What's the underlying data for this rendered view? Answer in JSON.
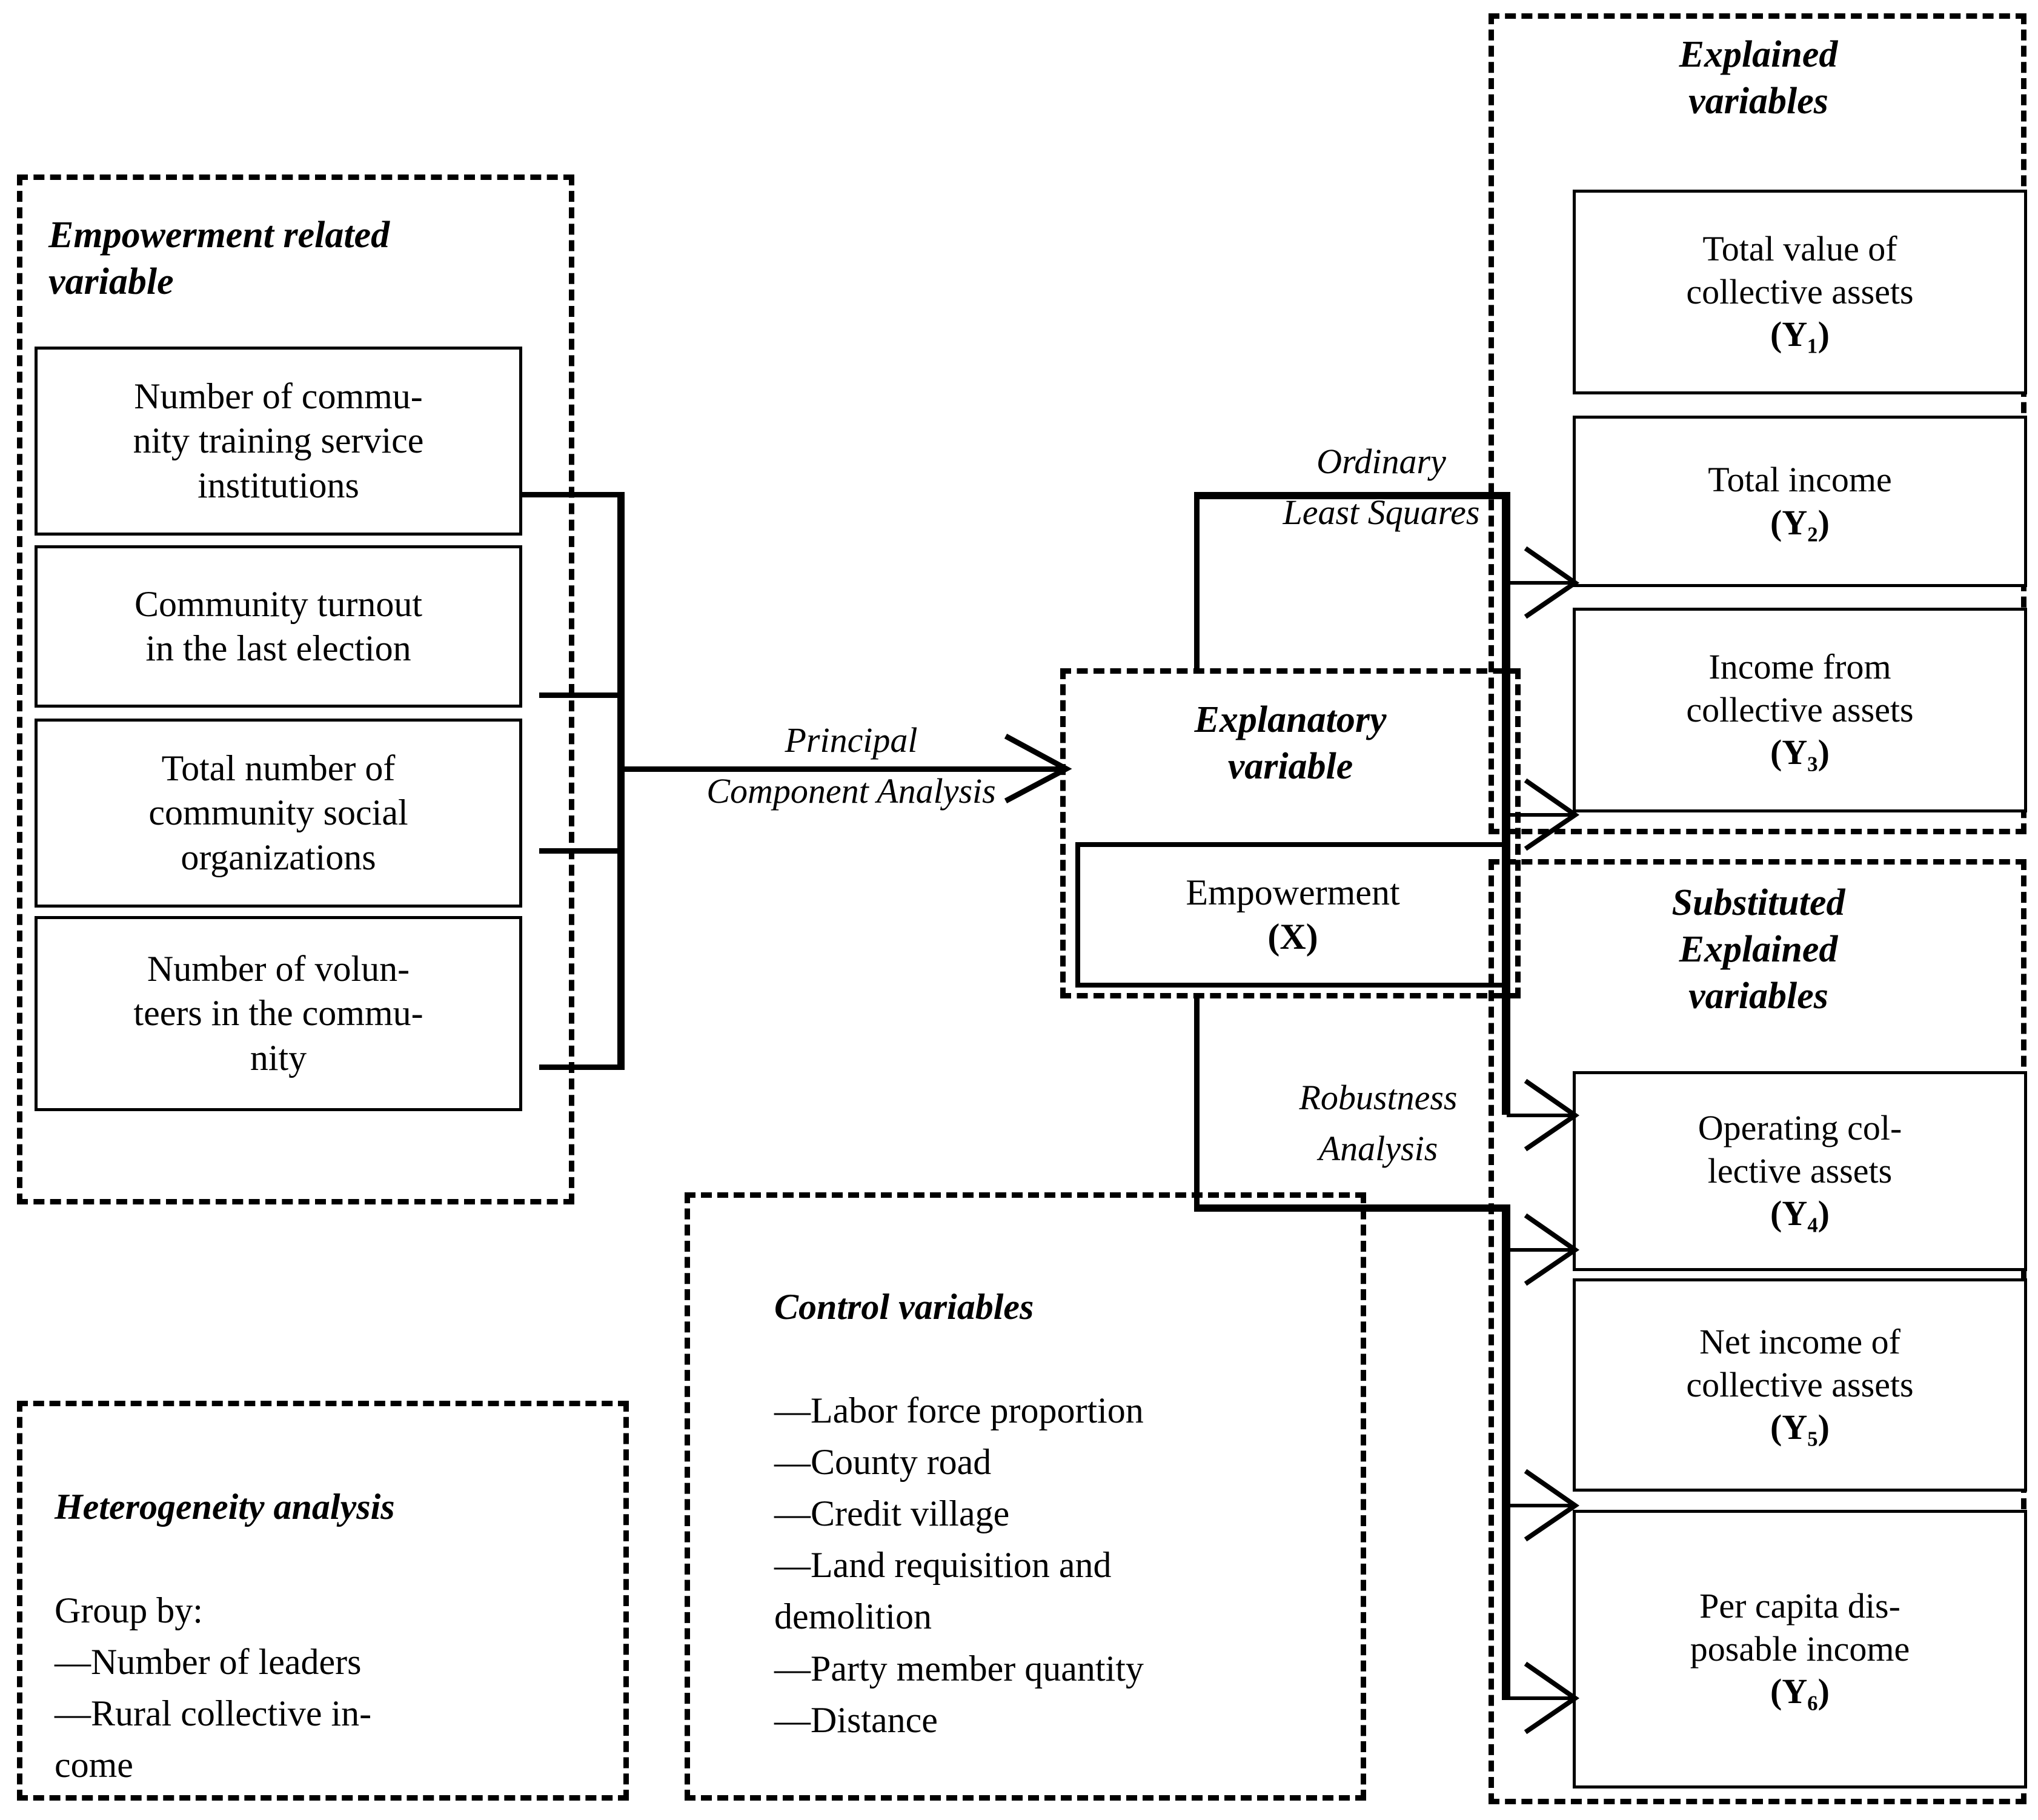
{
  "diagram": {
    "title_alt": "Research framework: empowerment and rural collective assets",
    "groups": {
      "empowerment": {
        "title": "Empowerment related\nvariable",
        "items": [
          "Number of commu-\nnity training service\ninstitutions",
          "Community turnout\nin the last election",
          "Total number of\ncommunity social\norganizations",
          "Number of volun-\nteers in the commu-\nnity"
        ]
      },
      "heterogeneity": {
        "title": "Heterogeneity analysis",
        "body": "Group by:\n     —Number of leaders\n     —Rural collective in-\ncome"
      },
      "control": {
        "title": "Control variables",
        "body": "—Labor force proportion\n—County road\n—Credit village\n—Land requisition and\n     demolition\n—Party member quantity\n—Distance"
      },
      "explanatory": {
        "title": "Explanatory\nvariable",
        "item_line1": "Empowerment",
        "item_line2": "(X)"
      },
      "explained": {
        "title": "Explained\nvariables",
        "items": [
          {
            "line1": "Total value of",
            "line2": "collective assets",
            "line3": "(Y₁)"
          },
          {
            "line1": "Total income",
            "line2": "(Y₂)",
            "line3": ""
          },
          {
            "line1": "Income from",
            "line2": "collective assets",
            "line3": "(Y₃)"
          }
        ]
      },
      "substituted": {
        "title": "Substituted\nExplained\nvariables",
        "items": [
          {
            "line1": "Operating col-",
            "line2": "lective assets",
            "line3": "(Y₄)"
          },
          {
            "line1": "Net income of",
            "line2": "collective assets",
            "line3": "(Y₅)"
          },
          {
            "line1": "Per capita dis-",
            "line2": "posable income",
            "line3": "(Y₆)"
          }
        ]
      }
    },
    "edge_labels": {
      "pca": "Principal\nComponent Analysis",
      "ols": "Ordinary\nLeast Squares",
      "robustness": "Robustness\nAnalysis"
    },
    "colors": {
      "ink": "#000000",
      "paper": "#ffffff"
    }
  }
}
